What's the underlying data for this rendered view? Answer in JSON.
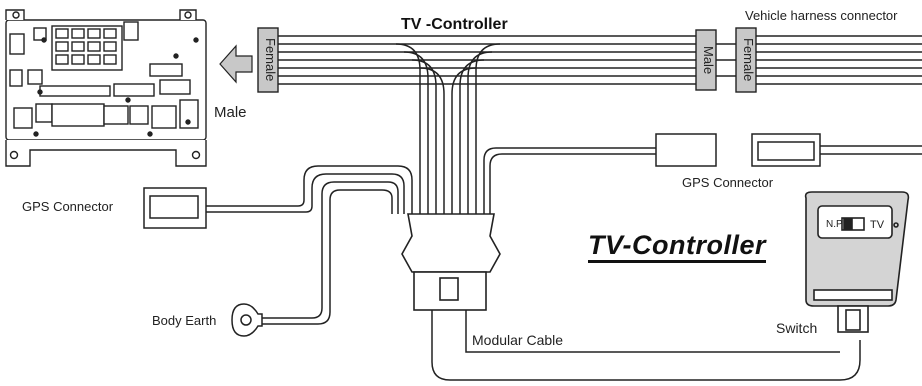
{
  "labels": {
    "title_top": "TV -Controller",
    "vehicle_harness": "Vehicle harness connector",
    "female_left": "Female",
    "male_mid": "Male",
    "female_right": "Female",
    "male_side": "Male",
    "gps_left": "GPS Connector",
    "gps_right": "GPS Connector",
    "body_earth": "Body Earth",
    "modular_cable": "Modular Cable",
    "switch": "Switch",
    "brand": "TV-Controller",
    "switch_np": "N.P",
    "switch_tv": "TV"
  },
  "icons": {
    "direction_arrow": "left-arrow-icon"
  },
  "colors": {
    "wire": "#222222",
    "connector_fill": "#c8c8c8",
    "unit_body": "#d4d4d4"
  }
}
